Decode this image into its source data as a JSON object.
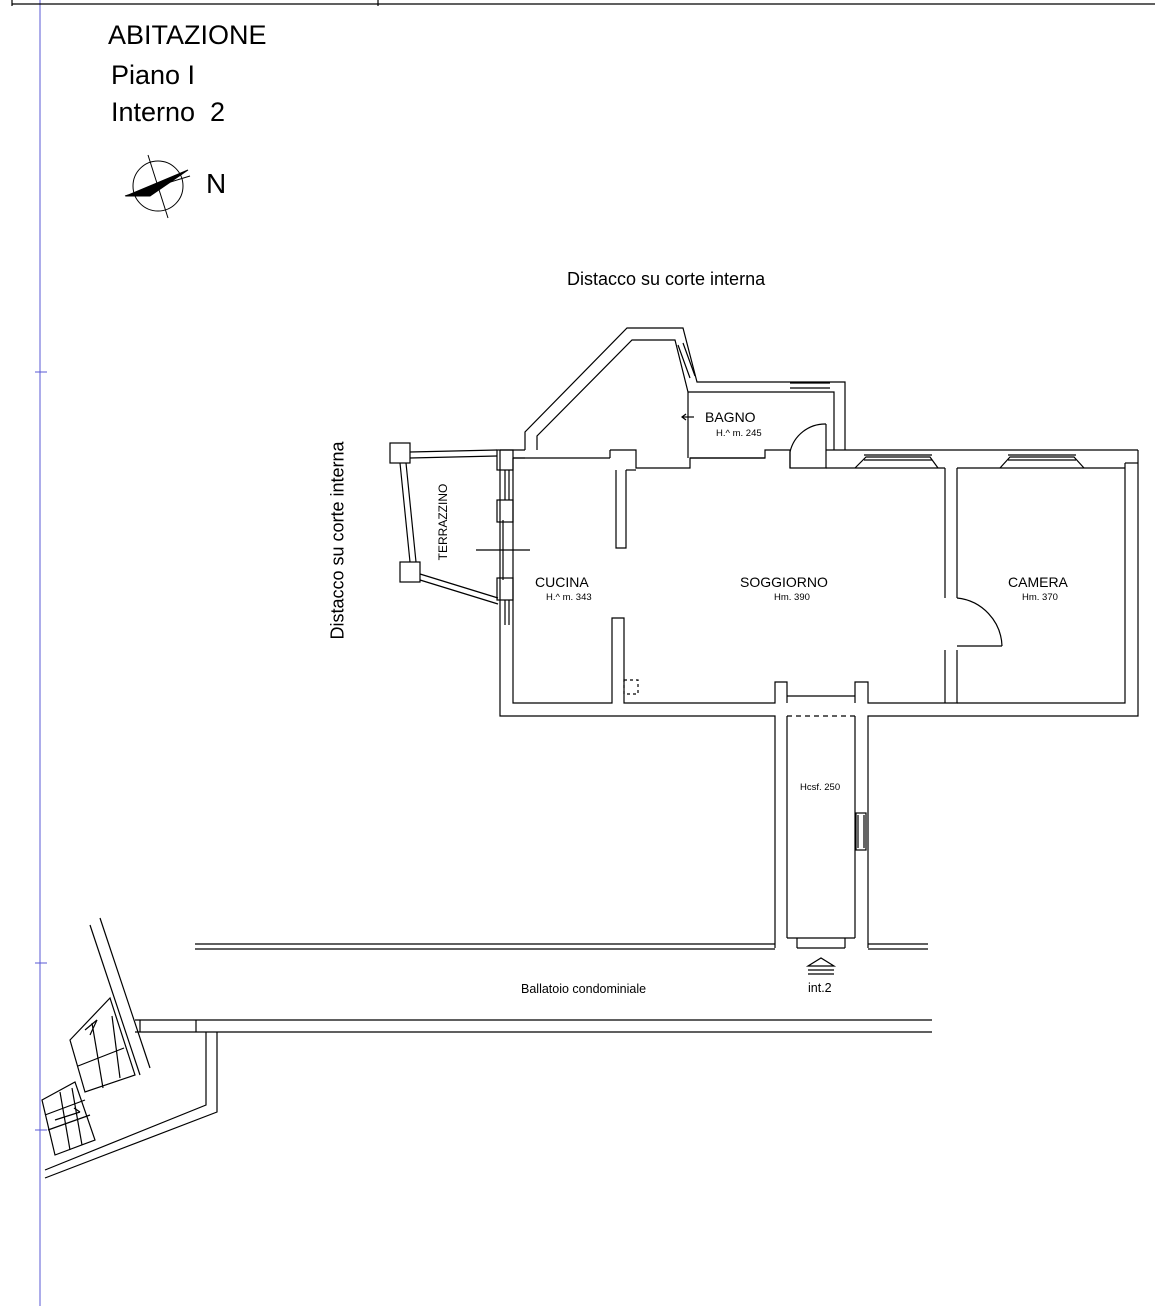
{
  "header": {
    "title": "ABITAZIONE",
    "floor": "Piano I",
    "unit": "Interno  2"
  },
  "compass": {
    "label": "N"
  },
  "labels": {
    "top_note": "Distacco su corte interna",
    "left_note": "Distacco su corte interna",
    "terrace": "TERRAZZINO",
    "balcony": "Ballatoio condominiale",
    "entrance": "int.2"
  },
  "rooms": {
    "bathroom": {
      "name": "BAGNO",
      "height": "H.^ m. 245"
    },
    "kitchen": {
      "name": "CUCINA",
      "height": "H.^ m. 343"
    },
    "living": {
      "name": "SOGGIORNO",
      "height": "Hm. 390"
    },
    "bedroom": {
      "name": "CAMERA",
      "height": "Hm. 370"
    },
    "corridor": {
      "height": "Hcsf. 250"
    }
  }
}
